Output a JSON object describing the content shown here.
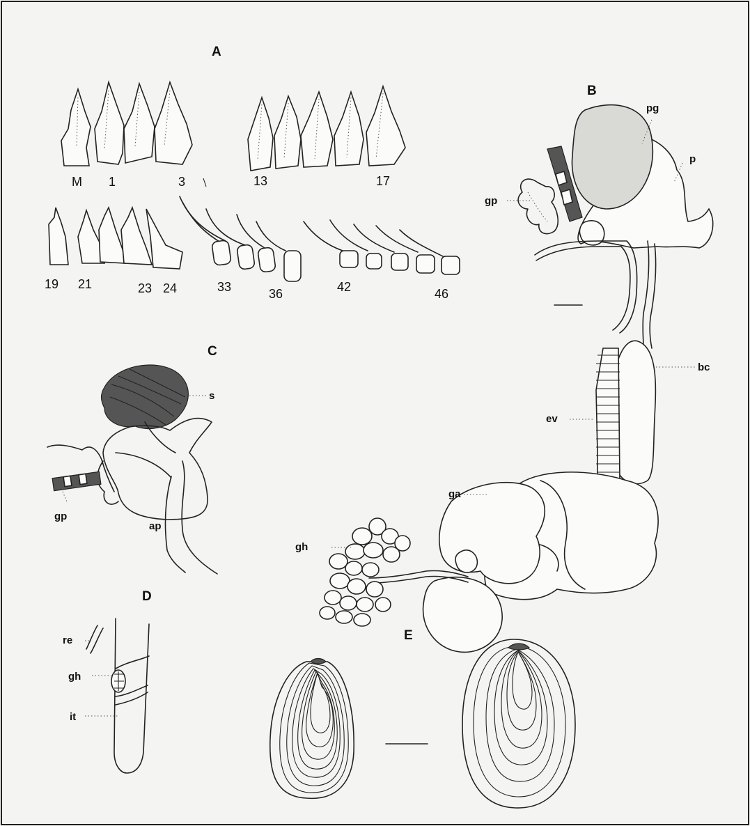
{
  "panels": {
    "A": "A",
    "B": "B",
    "C": "C",
    "D": "D",
    "E": "E"
  },
  "teeth_labels": [
    "M",
    "1",
    "3",
    "13",
    "17",
    "19",
    "21",
    "23",
    "24",
    "33",
    "36",
    "42",
    "46"
  ],
  "labels_B": {
    "pg": "pg",
    "p": "p",
    "gp": "gp",
    "bc": "bc",
    "ev": "ev",
    "ga": "ga",
    "gh": "gh"
  },
  "labels_C": {
    "s": "s",
    "ap": "ap",
    "gp": "gp"
  },
  "labels_D": {
    "re": "re",
    "gh": "gh",
    "it": "it"
  }
}
